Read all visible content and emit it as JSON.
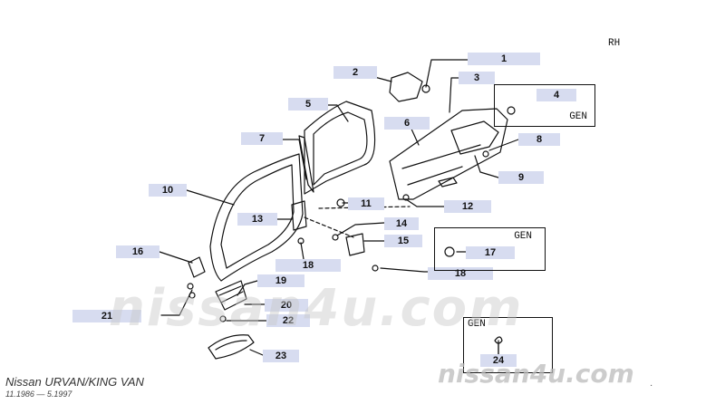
{
  "header": {
    "side": "RH"
  },
  "callouts": [
    "1",
    "2",
    "3",
    "4",
    "5",
    "6",
    "7",
    "8",
    "9",
    "10",
    "11",
    "12",
    "13",
    "14",
    "15",
    "16",
    "17",
    "18",
    "18",
    "19",
    "20",
    "21",
    "22",
    "23",
    "24"
  ],
  "boxes": {
    "gen_a": "GEN",
    "gen_b": "GEN",
    "gen_c": "GEN"
  },
  "footer": {
    "model": "Nissan URVAN/KING VAN",
    "dates": "11.1986 — 5.1997"
  },
  "watermarks": {
    "center": "nissan4u.com",
    "corner": "nissan4u.com"
  },
  "colors": {
    "callout_bg": "#d7dcf0",
    "line": "#111111"
  }
}
